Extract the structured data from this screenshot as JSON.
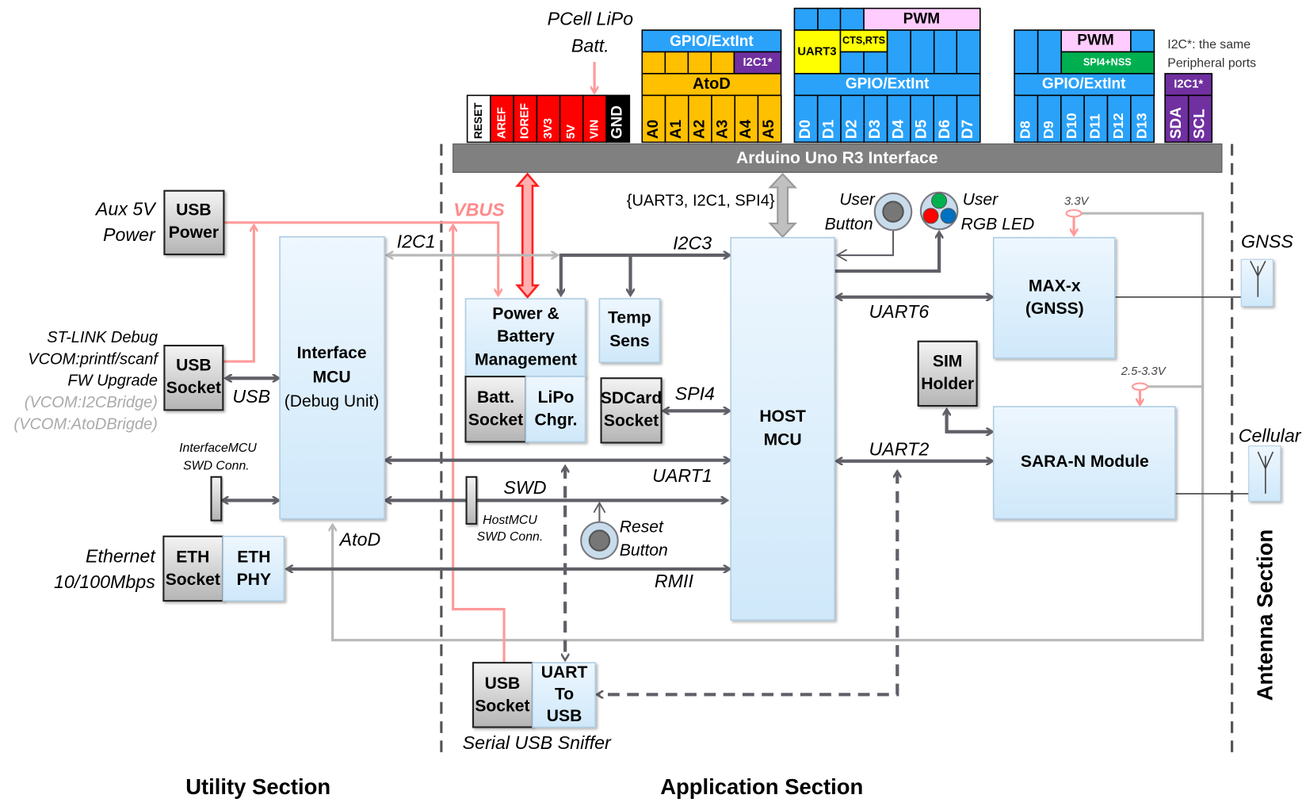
{
  "header": {
    "battery_note": [
      "PCell LiPo",
      "Batt."
    ],
    "power_pins": [
      "RESET",
      "AREF",
      "IOREF",
      "3V3",
      "5V",
      "VIN",
      "GND"
    ],
    "analog": {
      "gpio": "GPIO/ExtInt",
      "i2c": "I2C1*",
      "atod": "AtoD",
      "pins": [
        "A0",
        "A1",
        "A2",
        "A3",
        "A4",
        "A5"
      ]
    },
    "digital_low": {
      "pwm": "PWM",
      "uart3": "UART3",
      "cts_rts": "CTS,RTS",
      "gpio": "GPIO/ExtInt",
      "pins": [
        "D0",
        "D1",
        "D2",
        "D3",
        "D4",
        "D5",
        "D6",
        "D7"
      ]
    },
    "digital_high": {
      "pwm": "PWM",
      "spi": "SPI4+NSS",
      "gpio": "GPIO/ExtInt",
      "pins": [
        "D8",
        "D9",
        "D10",
        "D11",
        "D12",
        "D13"
      ]
    },
    "i2c_header": {
      "label": "I2C1*",
      "pins": [
        "SDA",
        "SCL"
      ]
    },
    "note": [
      "I2C*: the same",
      "Peripheral ports"
    ],
    "bus": "Arduino Uno R3 Interface"
  },
  "blocks": {
    "usb_power": [
      "USB",
      "Power"
    ],
    "usb_socket": [
      "USB",
      "Socket"
    ],
    "interface_mcu": [
      "Interface",
      "MCU",
      "(Debug Unit)"
    ],
    "power_mgmt": [
      "Power &",
      "Battery",
      "Management"
    ],
    "batt_socket": [
      "Batt.",
      "Socket"
    ],
    "lipo_chgr": [
      "LiPo",
      "Chgr."
    ],
    "temp_sens": [
      "Temp",
      "Sens"
    ],
    "sdcard": [
      "SDCard",
      "Socket"
    ],
    "host_mcu": [
      "HOST",
      "MCU"
    ],
    "max_gnss": [
      "MAX-x",
      "(GNSS)"
    ],
    "sim": [
      "SIM",
      "Holder"
    ],
    "sara": "SARA-N Module",
    "eth_socket": [
      "ETH",
      "Socket"
    ],
    "eth_phy": [
      "ETH",
      "PHY"
    ],
    "sniffer_usb": [
      "USB",
      "Socket"
    ],
    "uart_usb": [
      "UART",
      "To",
      "USB"
    ]
  },
  "labels": {
    "aux_power": [
      "Aux 5V",
      "Power"
    ],
    "stlink": [
      "ST-LINK Debug",
      "VCOM:printf/scanf",
      "FW Upgrade",
      "(VCOM:I2CBridge)",
      "(VCOM:AtoDBrigde)"
    ],
    "usb": "USB",
    "iface_swd": [
      "InterfaceMCU",
      "SWD Conn."
    ],
    "i2c1": "I2C1",
    "vbus": "VBUS",
    "i2c3": "I2C3",
    "arduino_bus": "{UART3, I2C1, SPI4}",
    "user_button": [
      "User",
      "Button"
    ],
    "user_led": [
      "User",
      "RGB LED"
    ],
    "v33": "3.3V",
    "v2533": "2.5-3.3V",
    "gnss": "GNSS",
    "cellular": "Cellular",
    "uart6": "UART6",
    "spi4": "SPI4",
    "uart1": "UART1",
    "uart2": "UART2",
    "swd": "SWD",
    "host_swd": [
      "HostMCU",
      "SWD Conn."
    ],
    "reset": [
      "Reset",
      "Button"
    ],
    "atod": "AtoD",
    "ethernet": [
      "Ethernet",
      "10/100Mbps"
    ],
    "rmii": "RMII",
    "sniffer": "Serial USB Sniffer"
  },
  "sections": {
    "utility": "Utility Section",
    "application": "Application Section",
    "antenna": "Antenna Section"
  },
  "colors": {
    "power_pin": "#ff0000",
    "analog": "#ffc000",
    "digital": "#2aa2fa",
    "pwm": "#ffccff",
    "uart": "#ffff00",
    "i2c": "#7030a0",
    "spi": "#00b050",
    "bus": "#808080",
    "vbus": "#ff9a9a"
  }
}
